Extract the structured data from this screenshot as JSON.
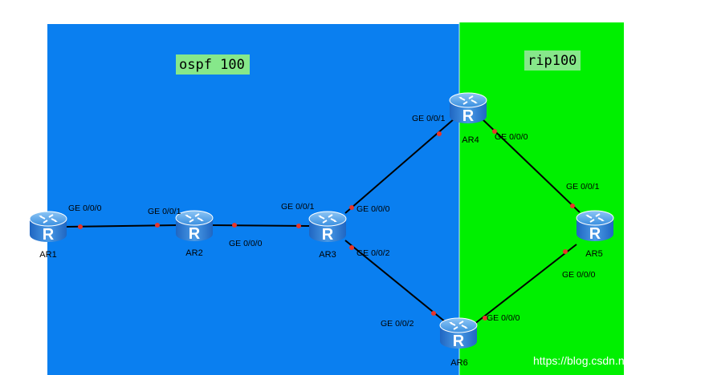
{
  "areas": {
    "ospf": {
      "label": "ospf 100",
      "color": "#0a7ff0",
      "label_bg": "#86e88a"
    },
    "rip": {
      "label": "rip100",
      "color": "#00f000",
      "label_bg": "#86e88a"
    }
  },
  "routers": {
    "ar1": {
      "name": "AR1",
      "icon": "router-icon"
    },
    "ar2": {
      "name": "AR2",
      "icon": "router-icon"
    },
    "ar3": {
      "name": "AR3",
      "icon": "router-icon"
    },
    "ar4": {
      "name": "AR4",
      "icon": "router-icon"
    },
    "ar5": {
      "name": "AR5",
      "icon": "router-icon"
    },
    "ar6": {
      "name": "AR6",
      "icon": "router-icon"
    }
  },
  "ports": {
    "ar1_g000": "GE 0/0/0",
    "ar2_g001": "GE 0/0/1",
    "ar2_g000": "GE 0/0/0",
    "ar3_g001": "GE 0/0/1",
    "ar3_g000": "GE 0/0/0",
    "ar3_g002": "GE 0/0/2",
    "ar4_g001": "GE 0/0/1",
    "ar4_g000": "GE 0/0/0",
    "ar5_g001": "GE 0/0/1",
    "ar5_g000": "GE 0/0/0",
    "ar6_g002": "GE 0/0/2",
    "ar6_g000": "GE 0/0/0"
  },
  "links": [
    {
      "from": "AR1",
      "to": "AR2"
    },
    {
      "from": "AR2",
      "to": "AR3"
    },
    {
      "from": "AR3",
      "to": "AR4"
    },
    {
      "from": "AR3",
      "to": "AR6"
    },
    {
      "from": "AR4",
      "to": "AR5"
    },
    {
      "from": "AR6",
      "to": "AR5"
    }
  ],
  "colors": {
    "link": "#000000",
    "port_dot": "#e8352a",
    "router_body": "#2f7fd8"
  },
  "watermark": "https://blog.csdn.net/kuaizai__"
}
